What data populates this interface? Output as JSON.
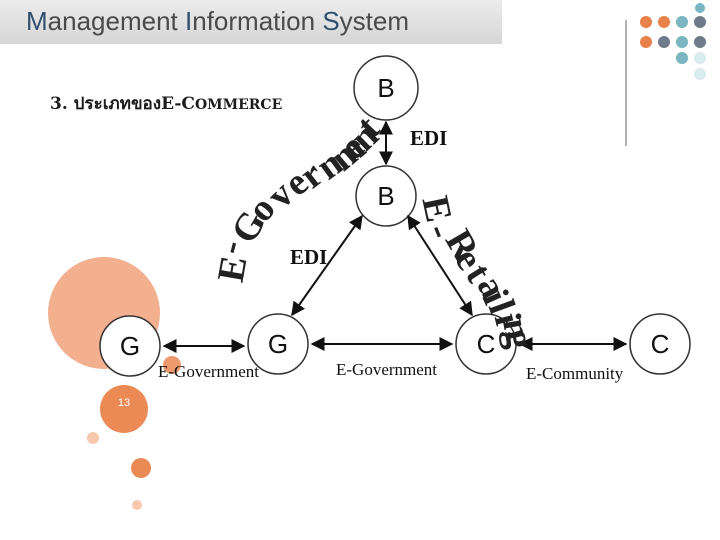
{
  "header": {
    "title_parts": [
      {
        "cap": "M",
        "rest": "anagement "
      },
      {
        "cap": "I",
        "rest": "nformation "
      },
      {
        "cap": "S",
        "rest": "ystem"
      }
    ]
  },
  "subtitle": {
    "number": "3. ประเภทของ",
    "prefix": "E-C",
    "rest": "OMMERCE"
  },
  "nodes": {
    "b_top": "B",
    "b_mid": "B",
    "g_left": "G",
    "g_mid": "G",
    "c_mid": "C",
    "c_right": "C"
  },
  "edge_labels": {
    "edi_top": "EDI",
    "edi_left": "EDI"
  },
  "caption_labels": {
    "e_government_1": "E-Government",
    "e_government_2": "E-Government",
    "e_community": "E-Community"
  },
  "arc_text": {
    "e_government": "E-Government",
    "e_retailing": "E-Retailing"
  },
  "page_number": "13",
  "colors": {
    "accent_orange": "#e8824a",
    "accent_teal": "#7ab6c2",
    "accent_gray": "#6f7b8b",
    "accent_light": "#d9ecef"
  }
}
